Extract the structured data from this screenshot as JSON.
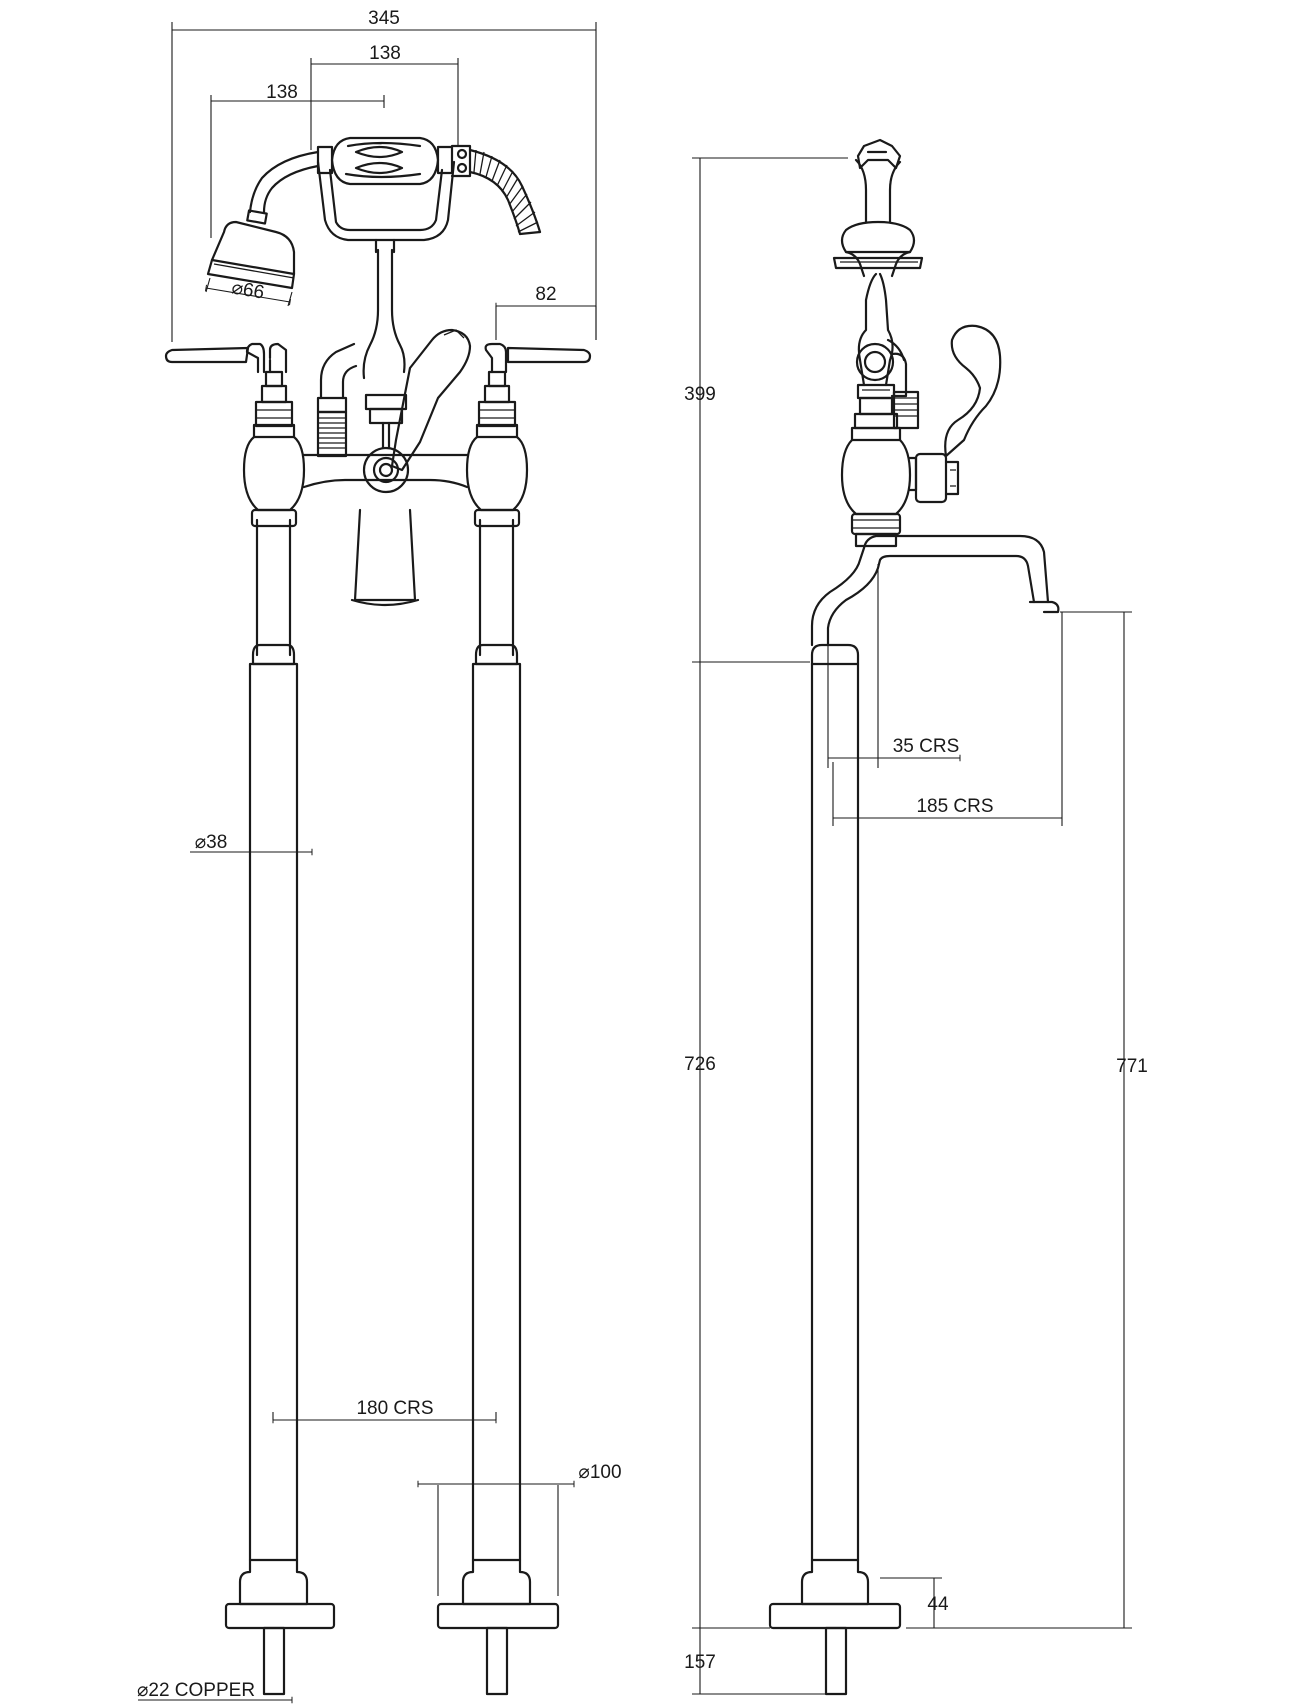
{
  "front_view": {
    "dim_overall_width": "345",
    "dim_cradle_width": "138",
    "dim_handset_width": "138",
    "dim_shower_head": "⌀66",
    "dim_lever_offset": "82",
    "dim_leg_diameter": "⌀38",
    "dim_leg_centres": "180 CRS",
    "dim_base_diameter": "⌀100",
    "dim_inlet": "⌀22 COPPER"
  },
  "side_view": {
    "dim_body_height": "399",
    "dim_leg_height": "726",
    "dim_spout_height": "771",
    "dim_base_height": "44",
    "dim_inlet_length": "157",
    "dim_spout_offset_small": "35 CRS",
    "dim_spout_offset_large": "185 CRS"
  }
}
